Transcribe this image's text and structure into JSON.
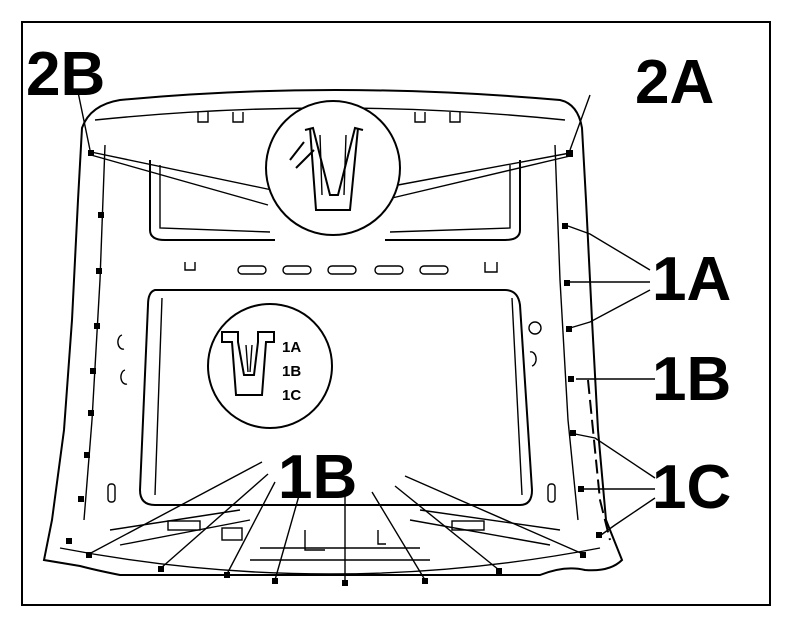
{
  "labels": {
    "2B": "2B",
    "2A": "2A",
    "1A_right": "1A",
    "1B_right": "1B",
    "1C_right": "1C",
    "1B_center": "1B"
  },
  "legend": {
    "items": [
      "1A",
      "1B",
      "1C"
    ]
  }
}
